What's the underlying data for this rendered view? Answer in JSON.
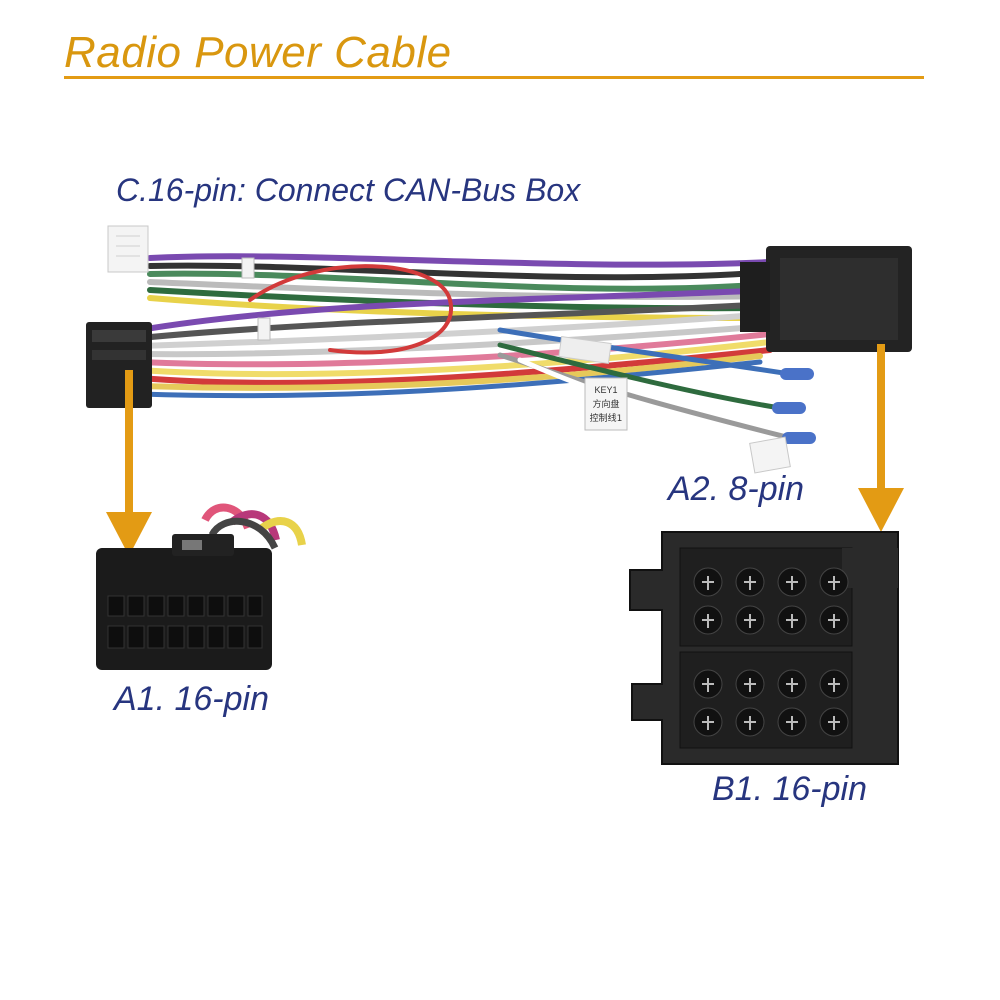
{
  "title": "Radio Power Cable",
  "labels": {
    "c_connector": "C.16-pin: Connect CAN-Bus Box",
    "a2_connector": "A2. 8-pin",
    "a1_connector": "A1. 16-pin",
    "b1_connector": "B1. 16-pin"
  },
  "tags": {
    "key_tag_lines": [
      "KEY1",
      "方向盘",
      "控制线1"
    ]
  },
  "colors": {
    "title": "#d9970f",
    "arrow": "#e39b14",
    "label": "#27357f"
  }
}
